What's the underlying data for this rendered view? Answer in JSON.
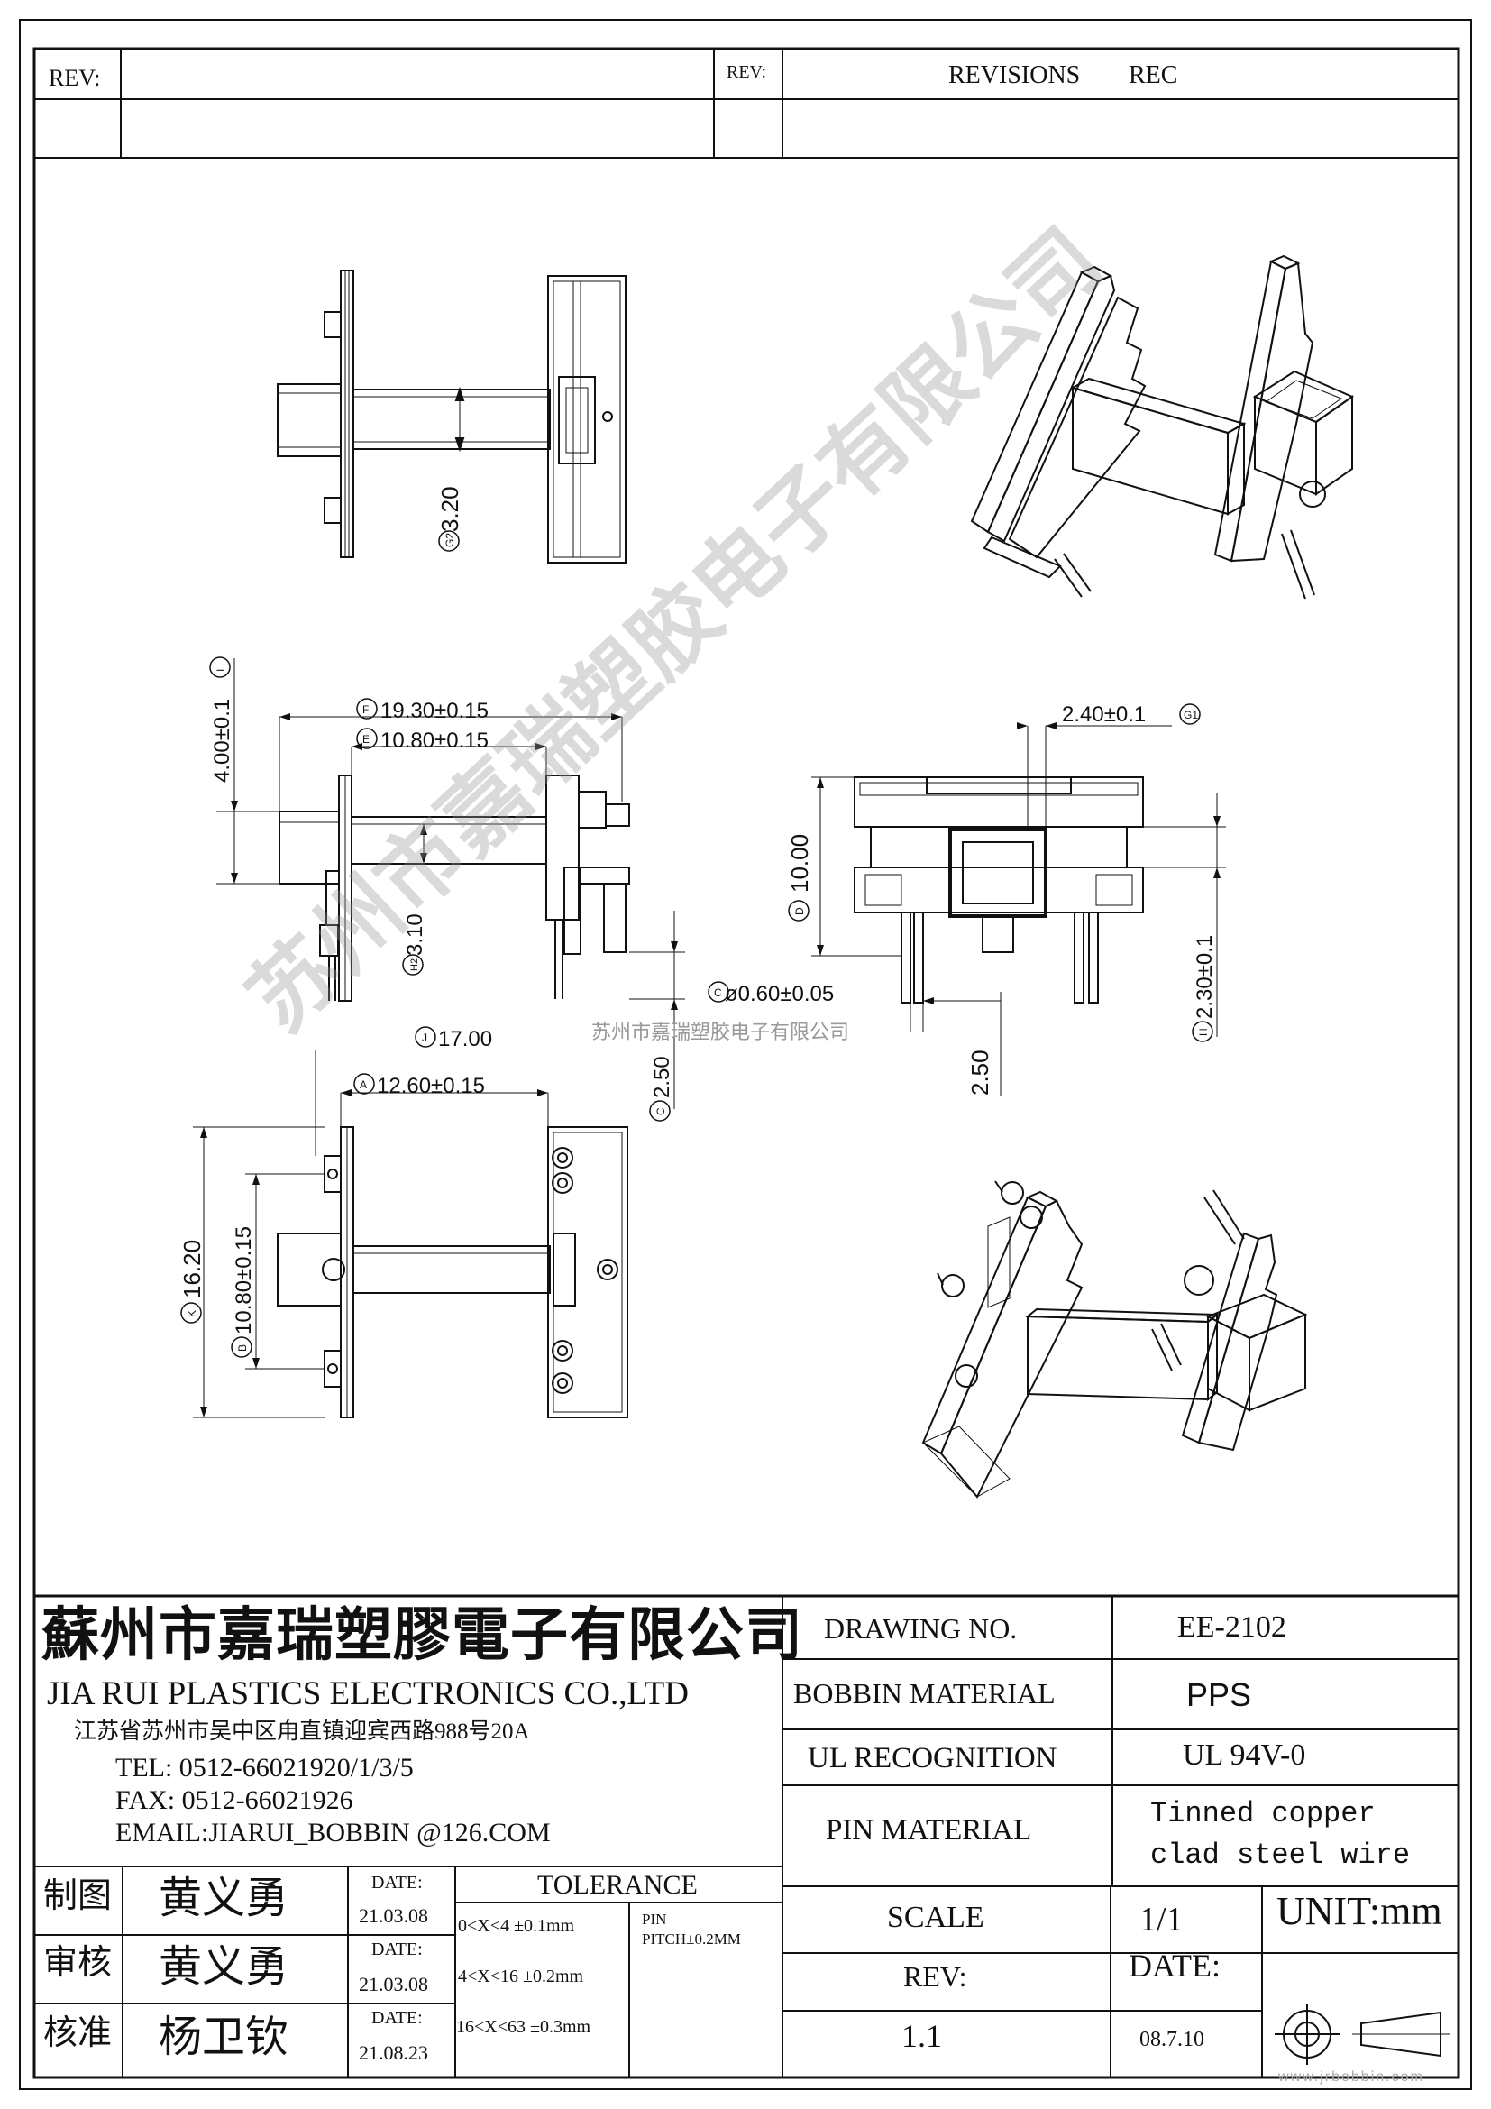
{
  "header": {
    "rev_label": "REV:",
    "rev_label_2": "REV:",
    "revisions": "REVISIONS",
    "rec": "REC"
  },
  "views": {
    "top_dim": "3.20",
    "top_dim_badge": "G2",
    "side": {
      "dim_i": "4.00±0.1",
      "dim_i_badge": "I",
      "dim_f": "19.30±0.15",
      "dim_f_badge": "F",
      "dim_e": "10.80±0.15",
      "dim_e_badge": "E",
      "dim_h2": "3.10",
      "dim_h2_badge": "H2",
      "dim_c": "2.50",
      "dim_c_badge": "C",
      "dim_j": "17.00",
      "dim_j_badge": "J"
    },
    "front": {
      "dim_g1": "2.40±0.1",
      "dim_g1_badge": "G1",
      "dim_d": "10.00",
      "dim_d_badge": "D",
      "dim_c_pin": "ø0.60±0.05",
      "dim_c_pin_badge": "C",
      "dim_h": "2.30±0.1",
      "dim_h_badge": "H",
      "dim_pitch": "2.50"
    },
    "bottom": {
      "dim_a": "12.60±0.15",
      "dim_a_badge": "A",
      "dim_k": "16.20",
      "dim_k_badge": "K",
      "dim_b": "10.80±0.15",
      "dim_b_badge": "B"
    },
    "watermark_center": "苏州市嘉瑞塑胶电子有限公司",
    "watermark_diag": "苏州市嘉瑞塑胶电子有限公司"
  },
  "title_block": {
    "company_cn": "蘇州市嘉瑞塑膠電子有限公司",
    "company_en": "JIA RUI PLASTICS ELECTRONICS CO.,LTD",
    "address": "江苏省苏州市吴中区甪直镇迎宾西路988号20A",
    "tel": "TEL: 0512-66021920/1/3/5",
    "fax": "FAX: 0512-66021926",
    "email": "EMAIL:JIARUI_BOBBIN @126.COM",
    "drawing_no_label": "DRAWING  NO.",
    "drawing_no": "EE-2102",
    "bobbin_material_label": "BOBBIN  MATERIAL",
    "bobbin_material": "PPS",
    "ul_label": "UL RECOGNITION",
    "ul_value": "UL 94V-0",
    "pin_material_label": "PIN MATERIAL",
    "pin_material_1": "Tinned copper",
    "pin_material_2": "clad steel wire",
    "drawn_label": "制图",
    "drawn_by": "黄义勇",
    "checked_label": "审核",
    "checked_by": "黄义勇",
    "approved_label": "核准",
    "approved_by": "杨卫钦",
    "date_label": "DATE:",
    "date_1": "21.03.08",
    "date_2": "21.03.08",
    "date_3": "21.08.23",
    "tolerance_label": "TOLERANCE",
    "tol_1": "0<X<4  ±0.1mm",
    "tol_2": "4<X<16 ±0.2mm",
    "tol_3": "16<X<63 ±0.3mm",
    "pin_pitch_1": "PIN",
    "pin_pitch_2": "PITCH±0.2MM",
    "scale_label": "SCALE",
    "scale_value": "1/1",
    "unit": "UNIT:mm",
    "rev_label": "REV:",
    "rev_value": "1.1",
    "date_label_2": "DATE:",
    "date_value": "08.7.10",
    "website": "www.jrbobbin.com"
  }
}
